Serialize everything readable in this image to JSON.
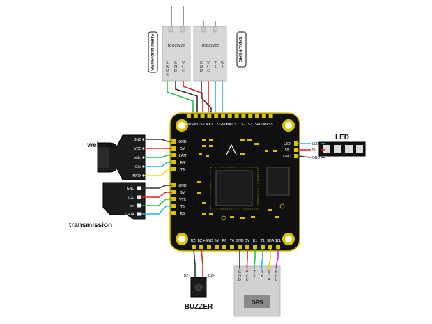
{
  "receiver_left": {
    "title": "receiver",
    "side_label": "SUBU/NPP/SUBS",
    "pins": [
      "S\nB\nU\nX",
      "G\nN\nD",
      "V\nC\nC"
    ]
  },
  "receiver_right": {
    "title": "receiver",
    "side_label": "SRXL/FSRC",
    "pins": [
      "G\nN\nD",
      "V\nC\nC",
      "T\nX",
      "R\nX"
    ]
  },
  "fc_top_pins": [
    "SBUS",
    "GND",
    "5V",
    "RX2",
    "T2",
    "GND",
    "BAT",
    "S1",
    "S2",
    "S3",
    "S4",
    "CURR",
    "S5"
  ],
  "fc_bottom_pins": [
    "BZ-",
    "BZ+",
    "GND",
    "5V",
    "R6",
    "T6",
    "GND",
    "5V",
    "R1",
    "T1",
    "SDA",
    "SCL"
  ],
  "fc_left_pins": [
    "GND",
    "5V",
    "CAM",
    "R4",
    "T4",
    "GND",
    "9V",
    "VTX",
    "T5",
    "R5"
  ],
  "fc_right_pins": [
    "LED",
    "5V",
    "GND"
  ],
  "webcam": {
    "label": "webcam",
    "pins": [
      "GND",
      "VCC",
      "vidio",
      "G/tx",
      "M/RX"
    ]
  },
  "transmission": {
    "label": "transmission",
    "pins": [
      "GND",
      "VCC",
      "vin",
      "DATA"
    ]
  },
  "led": {
    "label": "LED",
    "pins": [
      "LED",
      "5V",
      "GND"
    ]
  },
  "buzzer": {
    "label": "BUZZER",
    "pins": [
      "BZ-",
      "BZ+"
    ]
  },
  "gps": {
    "label": "GPS",
    "pins": [
      "G\nN\nD",
      "V\nC\nC",
      "T\nX",
      "R\nX",
      "S\nD\nA",
      "S\nC\nL"
    ]
  },
  "colors": {
    "board": "#101010",
    "pad": "#d9c300",
    "wire_black": "#333333",
    "wire_red": "#e02020",
    "wire_green": "#22c04a",
    "wire_cyan": "#1fb5d6",
    "wire_yellow": "#e8d800",
    "wire_purple": "#a33fd1"
  }
}
